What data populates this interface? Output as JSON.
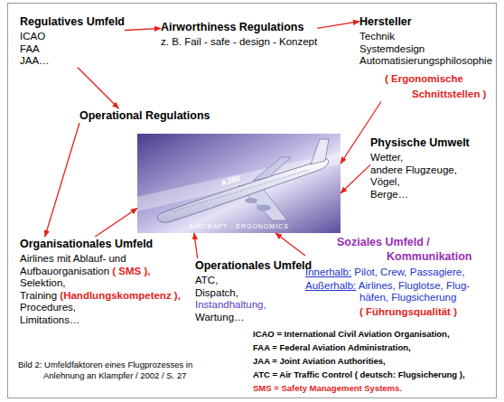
{
  "diagram": {
    "caption": "Bild 2: Umfeldfaktoren eines Flugprozesses in Anlehnung an Klampfer / 2002 / S. 27",
    "nodes": [
      {
        "text": [
          "Regulatives Umfeld",
          "ICAO",
          "FAA",
          "JAA…"
        ]
      },
      {
        "text": [
          "Airworthiness Regulations",
          "z. B. Fail - safe - design - Konzept"
        ]
      },
      {
        "text": [
          "Hersteller",
          "Technik",
          "Systemdesign",
          "Automatisierungsphilosophie",
          "( Ergonomische Schnittstellen )"
        ]
      },
      {
        "text": [
          "Operational Regulations"
        ]
      },
      {
        "text": [
          "Physische Umwelt",
          "Wetter,",
          "andere Flugzeuge,",
          "Vögel,",
          "Berge…"
        ]
      },
      {
        "text": [
          "A380",
          "AIRCRAFT - ERGONOMICS"
        ]
      },
      {
        "text": [
          "Organisationales Umfeld",
          "Airlines mit Ablauf- und Aufbauorganisation",
          "( SMS ),",
          "Selektion,",
          "Training",
          "(Handlungskompetenz ),",
          "Procedures,",
          "Limitations…"
        ]
      },
      {
        "text": [
          "Soziales Umfeld / Kommunikation",
          "Innerhalb:",
          "Pilot, Crew, Passagiere,",
          "Außerhalb:",
          "Airlines, Fluglotse, Flug- häfen, Flugsicherung",
          "( Führungsqualität )"
        ]
      },
      {
        "text": [
          "Operationales Umfeld",
          "ATC,",
          "Dispatch,",
          "Instandhaltung,",
          "Wartung…"
        ]
      }
    ],
    "edges": [
      {
        "from": 0,
        "to": 1,
        "arrow": "to"
      },
      {
        "from": 1,
        "to": 2,
        "arrow": "to"
      },
      {
        "from": 0,
        "to": 3,
        "arrow": "to"
      },
      {
        "from": 3,
        "to": 6,
        "arrow": "to"
      },
      {
        "from": 2,
        "to": 5,
        "arrow": "to"
      },
      {
        "from": 4,
        "to": 5,
        "arrow": "to"
      },
      {
        "from": 6,
        "to": 5,
        "arrow": "to"
      },
      {
        "from": 8,
        "to": 5,
        "arrow": "to"
      },
      {
        "from": 7,
        "to": 5,
        "arrow": "to"
      }
    ],
    "labels": [
      "ICAO = International Civil Aviation Organisation,",
      "FAA = Federal Aviation Administration,",
      "JAA = Joint Aviation Authorities,",
      "ATC = Air Traffic Control ( deutsch: Flugsicherung ),",
      "SMS = Safety Management Systems."
    ]
  }
}
